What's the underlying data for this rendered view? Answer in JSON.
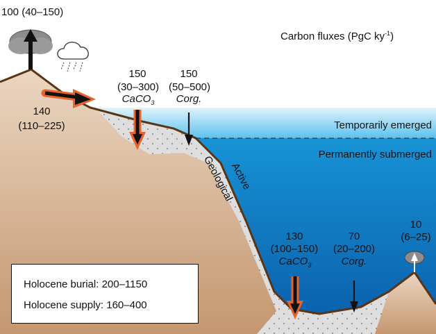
{
  "title": {
    "prefix": "Carbon fluxes (PgC ky",
    "sup": "-1",
    "suffix": ")"
  },
  "zones": {
    "temporarily_emerged": "Temporarily emerged",
    "permanently_submerged": "Permanently submerged"
  },
  "layers": {
    "geological": "Geological",
    "active": "Active"
  },
  "fluxes": {
    "volcanic_outgassing": {
      "value": "100 (40–150)"
    },
    "weathering": {
      "value": "140",
      "range": "(110–225)"
    },
    "shelf_caco3": {
      "value": "150",
      "range": "(30–300)",
      "label": "CaCO",
      "sub": "3"
    },
    "shelf_corg": {
      "value": "150",
      "range": "(50–500)",
      "label": "Corg."
    },
    "deep_caco3": {
      "value": "130",
      "range": "(100–150)",
      "label": "CaCO",
      "sub": "3"
    },
    "deep_corg": {
      "value": "70",
      "range": "(20–200)",
      "label": "Corg."
    },
    "seamount_outgassing": {
      "value": "10",
      "range": "(6–25)"
    }
  },
  "legend": {
    "burial": "Holocene burial: 200–1150",
    "supply": "Holocene supply: 160–400"
  },
  "colors": {
    "land": "#c9a07c",
    "land_light": "#e4cdb7",
    "sea_deep": "#0f78c2",
    "sea_shallow": "#62c4ec",
    "sediment": "#dedede",
    "active_line": "#5a3414",
    "arrow_highlight": "#e8622c",
    "arrow_dark": "#111111"
  },
  "icons": [
    "volcano-cloud-icon",
    "rain-cloud-icon",
    "seamount-vent-icon"
  ]
}
